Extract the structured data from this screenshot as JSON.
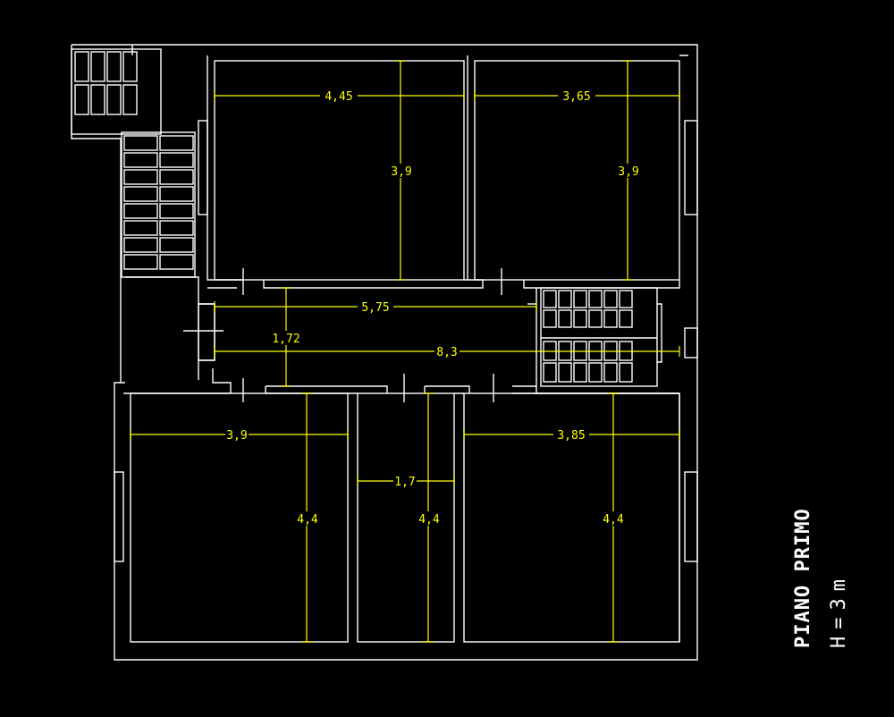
{
  "colors": {
    "background": "#000000",
    "walls": "#ffffff",
    "dimensions": "#ffff00"
  },
  "dimensions": {
    "room_top_left_width": "4,45",
    "room_top_left_height": "3,9",
    "room_top_right_width": "3,65",
    "room_top_right_height": "3,9",
    "corridor_upper_length": "5,75",
    "corridor_width": "1,72",
    "corridor_lower_length": "8,3",
    "room_bottom_left_width": "3,9",
    "room_bottom_left_height": "4,4",
    "room_bottom_middle_width": "1,7",
    "room_bottom_middle_height": "4,4",
    "room_bottom_right_width": "3,85",
    "room_bottom_right_height": "4,4"
  },
  "title": {
    "line1": "PIANO PRIMO",
    "line2": "H=3m"
  }
}
